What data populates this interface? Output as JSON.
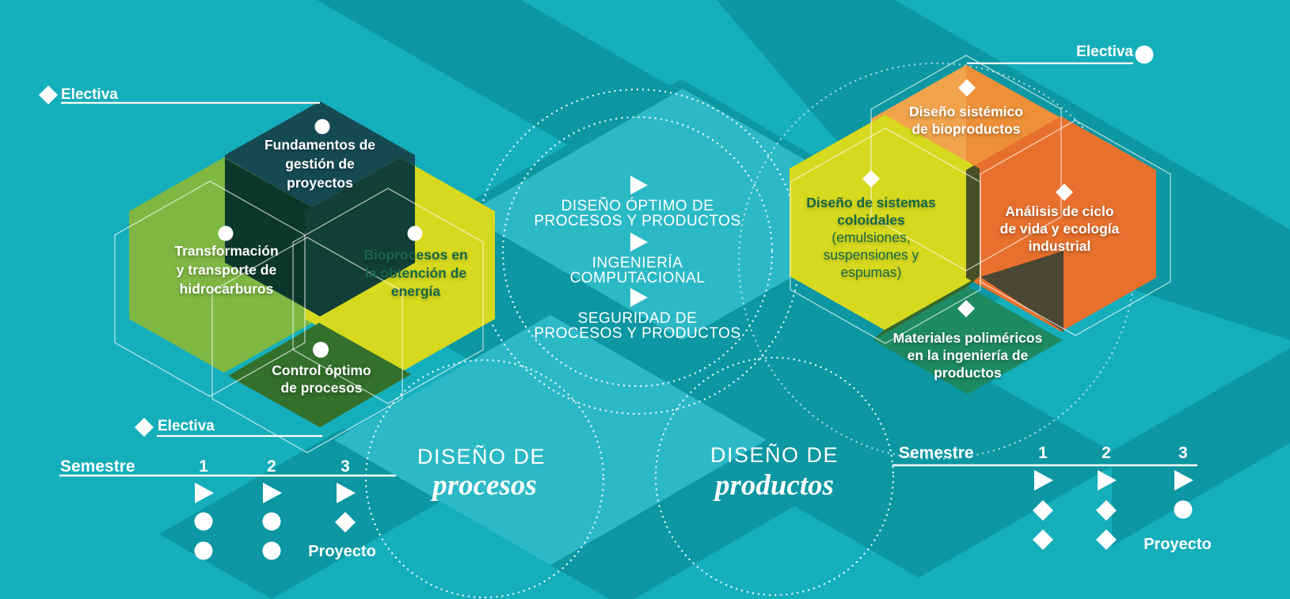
{
  "labels": {
    "electiva_top_left": "Electiva",
    "electiva_bottom_left": "Electiva",
    "electiva_top_right": "Electiva"
  },
  "left_cluster": {
    "fundamentos": {
      "bullet": "circle",
      "lines": [
        "Fundamentos de",
        "gestión de",
        "proyectos"
      ]
    },
    "transformacion": {
      "bullet": "circle",
      "lines": [
        "Transformación",
        "y transporte de",
        "hidrocarburos"
      ]
    },
    "bioprocesos": {
      "bullet": "circle",
      "lines": [
        "Bioprocesos en",
        "la obtención de",
        "energía"
      ]
    },
    "control": {
      "bullet": "circle",
      "lines": [
        "Control óptimo",
        "de procesos"
      ]
    }
  },
  "right_cluster": {
    "bioproductos": {
      "bullet": "diamond",
      "lines": [
        "Diseño sistémico",
        "de bioproductos"
      ]
    },
    "coloidales": {
      "bullet": "diamond",
      "lines_bold": [
        "Diseño de sistemas",
        "coloidales"
      ],
      "lines_regular": [
        "(emulsiones,",
        "suspensiones y",
        "espumas)"
      ]
    },
    "analisis": {
      "bullet": "diamond",
      "lines": [
        "Análisis de ciclo",
        "de vida y ecología",
        "industrial"
      ]
    },
    "materiales": {
      "bullet": "diamond",
      "lines": [
        "Materiales poliméricos",
        "en la ingeniería de",
        "productos"
      ]
    }
  },
  "center_topics": [
    {
      "lines": [
        "DISEÑO ÓPTIMO DE",
        "PROCESOS Y PRODUCTOS"
      ]
    },
    {
      "lines": [
        "INGENIERÍA",
        "COMPUTACIONAL"
      ]
    },
    {
      "lines": [
        "SEGURIDAD DE",
        "PROCESOS Y PRODUCTOS"
      ]
    }
  ],
  "design_circles": {
    "process": {
      "line1": "DISEÑO DE",
      "line2": "procesos"
    },
    "product": {
      "line1": "DISEÑO DE",
      "line2": "productos"
    }
  },
  "legend_left": {
    "title": "Semestre",
    "columns": [
      "1",
      "2",
      "3"
    ],
    "rows": [
      [
        "triangle",
        "triangle",
        "triangle"
      ],
      [
        "circle",
        "circle",
        "diamond"
      ],
      [
        "circle",
        "circle",
        "Proyecto"
      ]
    ],
    "proyecto": "Proyecto"
  },
  "legend_right": {
    "title": "Semestre",
    "columns": [
      "1",
      "2",
      "3"
    ],
    "rows": [
      [
        "triangle",
        "triangle",
        "triangle"
      ],
      [
        "diamond",
        "diamond",
        "circle"
      ],
      [
        "diamond",
        "diamond",
        "Proyecto"
      ]
    ],
    "proyecto": "Proyecto"
  },
  "colors": {
    "background": "#15aebb",
    "background_dark": "#0c97a2",
    "background_light": "#2cb9c6",
    "hex_green": "#7eb843",
    "hex_yellow": "#d6d91d",
    "hex_navy": "#164a53",
    "overlap_navy_green": "#0c382c",
    "overlap_navy_yellow": "#123f38",
    "hex_dark_green": "#33702c",
    "hex_orange_light": "#f2a44c",
    "hex_orange": "#e8702d",
    "hex_emerald": "#1d8a62",
    "overlap_olive": "#475026",
    "overlap_brown": "#4c4733",
    "text_dark_green": "#17664a",
    "white": "#ffffff"
  }
}
